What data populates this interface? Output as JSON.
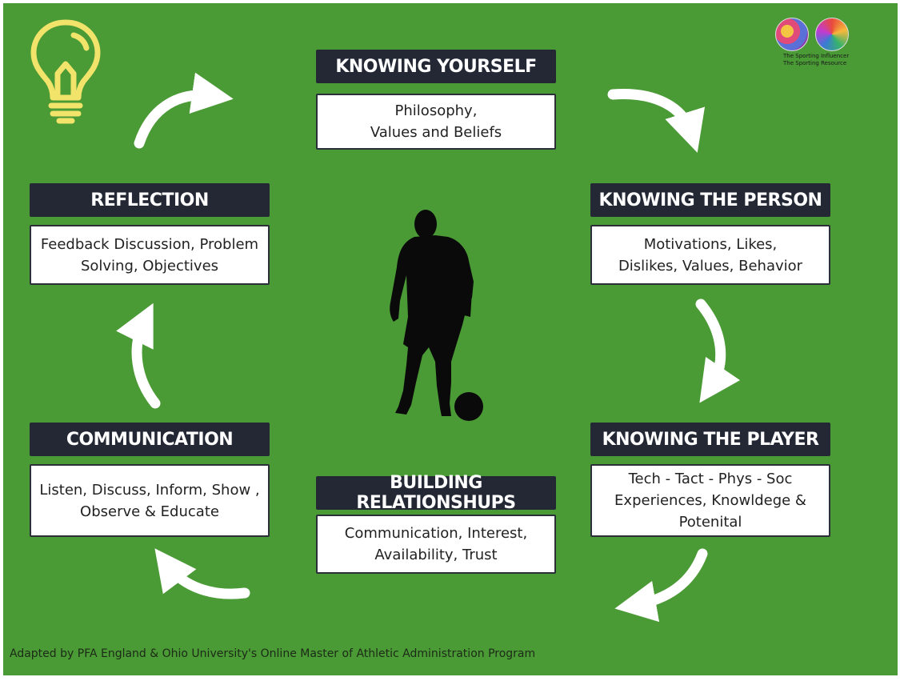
{
  "sections": {
    "knowing_yourself": {
      "title": "KNOWING YOURSELF",
      "body": "Philosophy,\nValues and Beliefs"
    },
    "knowing_the_person": {
      "title": "KNOWING THE PERSON",
      "body": "Motivations, Likes,\nDislikes, Values, Behavior"
    },
    "knowing_the_player": {
      "title": "KNOWING THE PLAYER",
      "body": "Tech - Tact - Phys - Soc\nExperiences, Knowldege &\nPotenital"
    },
    "building_relationships": {
      "title": "BUILDING RELATIONSHUPS",
      "body": "Communication, Interest,\nAvailability, Trust"
    },
    "communication": {
      "title": "COMMUNICATION",
      "body": "Listen, Discuss, Inform, Show ,\nObserve & Educate"
    },
    "reflection": {
      "title": "REFLECTION",
      "body": "Feedback Discussion, Problem\nSolving, Objectives"
    }
  },
  "logos": {
    "line1": "The Sporting Influencer",
    "line2": "The Sporting Resource"
  },
  "footer": "Adapted by PFA England & Ohio University's Online Master of Athletic Administration Program",
  "icons": {
    "idea": "lightbulb-icon",
    "player": "football-player-silhouette",
    "cycle_arrows": "curved-arrow-icon"
  },
  "colors": {
    "background": "#4a9a35",
    "header": "#232834",
    "box": "#ffffff",
    "bulb": "#f2e36b",
    "arrow": "#ffffff"
  }
}
